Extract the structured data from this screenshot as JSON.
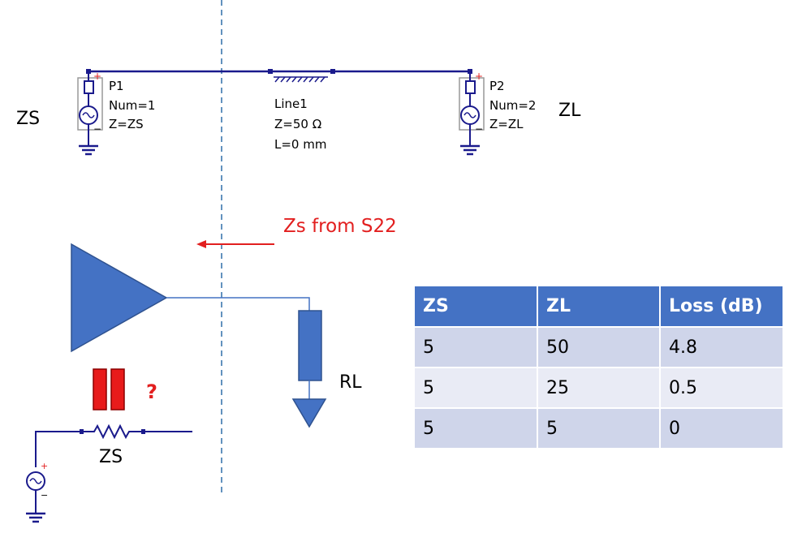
{
  "schematic": {
    "port1": {
      "name": "P1",
      "num": "Num=1",
      "z": "Z=ZS"
    },
    "port2": {
      "name": "P2",
      "num": "Num=2",
      "z": "Z=ZL"
    },
    "line": {
      "name": "Line1",
      "z": "Z=50 Ω",
      "l": "L=0 mm"
    },
    "zs_label": "ZS",
    "zl_label": "ZL"
  },
  "annotation": {
    "text": "Zs from S22",
    "color": "#e21f1f"
  },
  "amplifier": {
    "load_label": "RL",
    "question": "?",
    "source_resistor_label": "ZS"
  },
  "table": {
    "headers": [
      "ZS",
      "ZL",
      "Loss (dB)"
    ],
    "rows": [
      [
        "5",
        "50",
        "4.8"
      ],
      [
        "5",
        "25",
        "0.5"
      ],
      [
        "5",
        "5",
        "0"
      ]
    ]
  },
  "colors": {
    "wire": "#1a1a8c",
    "amp_fill": "#4472c4",
    "table_header": "#4472c4",
    "divider": "#2e6fa8"
  }
}
